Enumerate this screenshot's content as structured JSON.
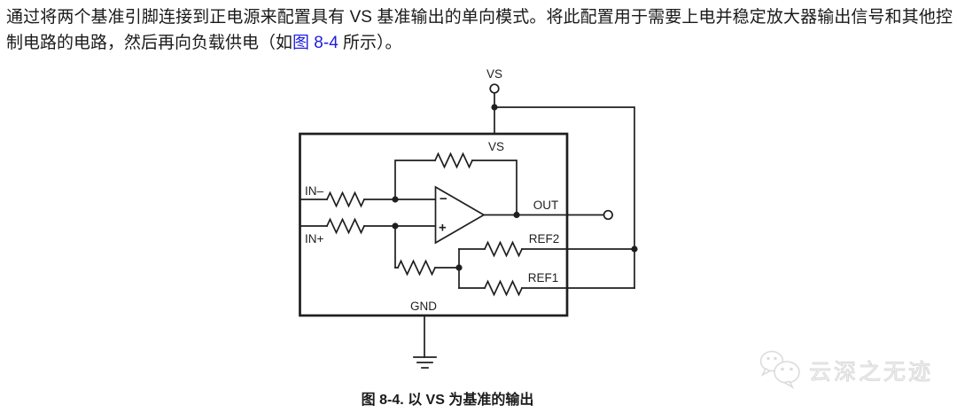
{
  "colors": {
    "paper": "#ffffff",
    "ink": "#1f1f1f",
    "text": "#1a1a1a",
    "link": "#1d1de1",
    "wm": "#dcdcdc"
  },
  "paragraph": {
    "before_link": "通过将两个基准引脚连接到正电源来配置具有 VS 基准输出的单向模式。将此配置用于需要上电并稳定放大器输出信号和其他控制电路的电路，然后再向负载供电（如",
    "link_text": "图 8-4",
    "after_link": " 所示）。"
  },
  "schematic": {
    "labels": {
      "vs_top": "VS",
      "vs_inner": "VS",
      "in_minus": "IN–",
      "in_plus": "IN+",
      "opamp_minus": "−",
      "opamp_plus": "+",
      "out": "OUT",
      "ref2": "REF2",
      "ref1": "REF1",
      "gnd": "GND"
    }
  },
  "caption": "图 8-4. 以 VS 为基准的输出",
  "watermark": {
    "text": "云深之无迹",
    "icon": "wechat-icon"
  }
}
